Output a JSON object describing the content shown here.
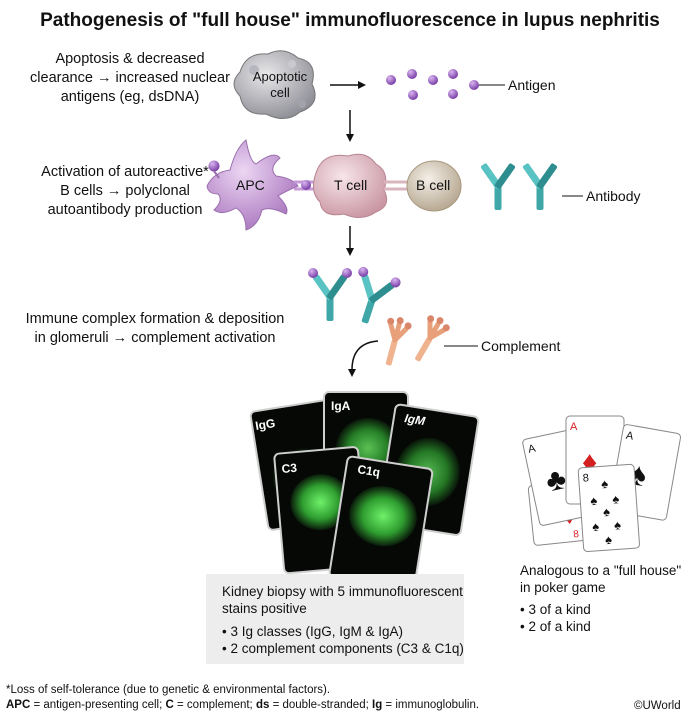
{
  "title": "Pathogenesis of \"full house\" immunofluorescence in lupus nephritis",
  "steps": {
    "apoptosis": [
      "Apoptosis & decreased",
      "clearance → increased nuclear",
      "antigens (eg, dsDNA)"
    ],
    "activation": [
      "Activation of autoreactive*",
      "B cells → polyclonal",
      "autoantibody production"
    ],
    "immune_complex": [
      "Immune complex formation & deposition",
      "in glomeruli → complement activation"
    ]
  },
  "cells": {
    "apoptotic": [
      "Apoptotic",
      "cell"
    ],
    "apc": "APC",
    "tcell": "T cell",
    "bcell": "B cell"
  },
  "labels": {
    "antigen": "Antigen",
    "antibody": "Antibody",
    "complement": "Complement"
  },
  "stain_cards": [
    "IgG",
    "IgA",
    "IgM",
    "C3",
    "C1q"
  ],
  "poker_cards": [
    "A",
    "A",
    "A",
    "8",
    "8"
  ],
  "biopsy_box": {
    "heading": [
      "Kidney biopsy with 5 immunofluorescent",
      "stains positive"
    ],
    "bullets": [
      "• 3 Ig classes (IgG, IgM & IgA)",
      "• 2 complement components (C3 & C1q)"
    ]
  },
  "poker_note": {
    "heading": [
      "Analogous to a \"full house\"",
      "in poker game"
    ],
    "bullets": [
      "• 3 of a kind",
      "• 2 of a kind"
    ]
  },
  "footnote": {
    "line1": "*Loss of self-tolerance (due to genetic & environmental factors).",
    "abbr": [
      {
        "term": "APC",
        "def": " = antigen-presenting cell; "
      },
      {
        "term": "C",
        "def": " = complement; "
      },
      {
        "term": "ds",
        "def": " = double-stranded; "
      },
      {
        "term": "Ig",
        "def": " = immunoglobulin."
      }
    ]
  },
  "copyright": "©UWorld",
  "colors": {
    "antigen": "#9b59c8",
    "antibody": "#3fa7a8",
    "apc": "#c79ad8",
    "tcell": "#e6c3cb",
    "bcell": "#ddd3c3",
    "complement": "#e8a07a",
    "stain": "#49d24b",
    "suit_red": "#d42020"
  }
}
